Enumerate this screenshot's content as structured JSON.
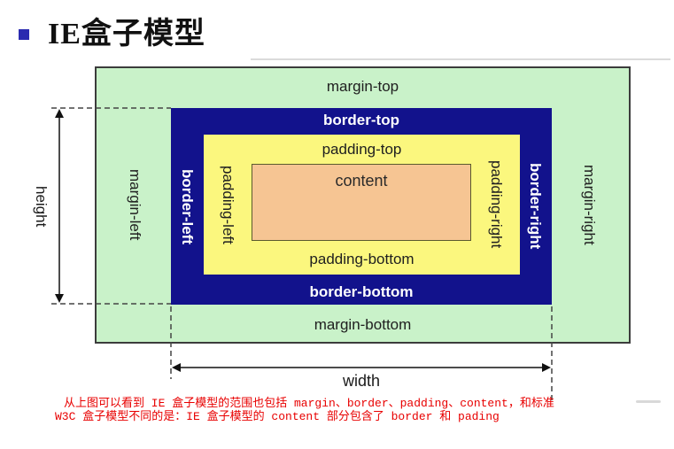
{
  "title": {
    "text": "IE盒子模型"
  },
  "diagram": {
    "labels": {
      "margin_top": "margin-top",
      "border_top": "border-top",
      "padding_top": "padding-top",
      "content": "content",
      "padding_bottom": "padding-bottom",
      "border_bottom": "border-bottom",
      "margin_bottom": "margin-bottom",
      "margin_left": "margin-left",
      "border_left": "border-left",
      "padding_left": "padding-left",
      "padding_right": "padding-right",
      "border_right": "border-right",
      "margin_right": "margin-right",
      "height": "height",
      "width": "width"
    },
    "colors": {
      "margin_bg": "#c9f2c9",
      "border_bg": "#12128c",
      "padding_bg": "#fbf77e",
      "content_bg": "#f6c593",
      "border_label_text": "#ffffff",
      "label_text": "#202020",
      "bullet": "#2b2bb0"
    }
  },
  "caption": {
    "line1": "从上图可以看到 IE 盒子模型的范围也包括 margin、border、padding、content，和标准",
    "line2": "W3C 盒子模型不同的是：IE 盒子模型的 content 部分包含了 border 和 pading",
    "color": "#e80000"
  }
}
